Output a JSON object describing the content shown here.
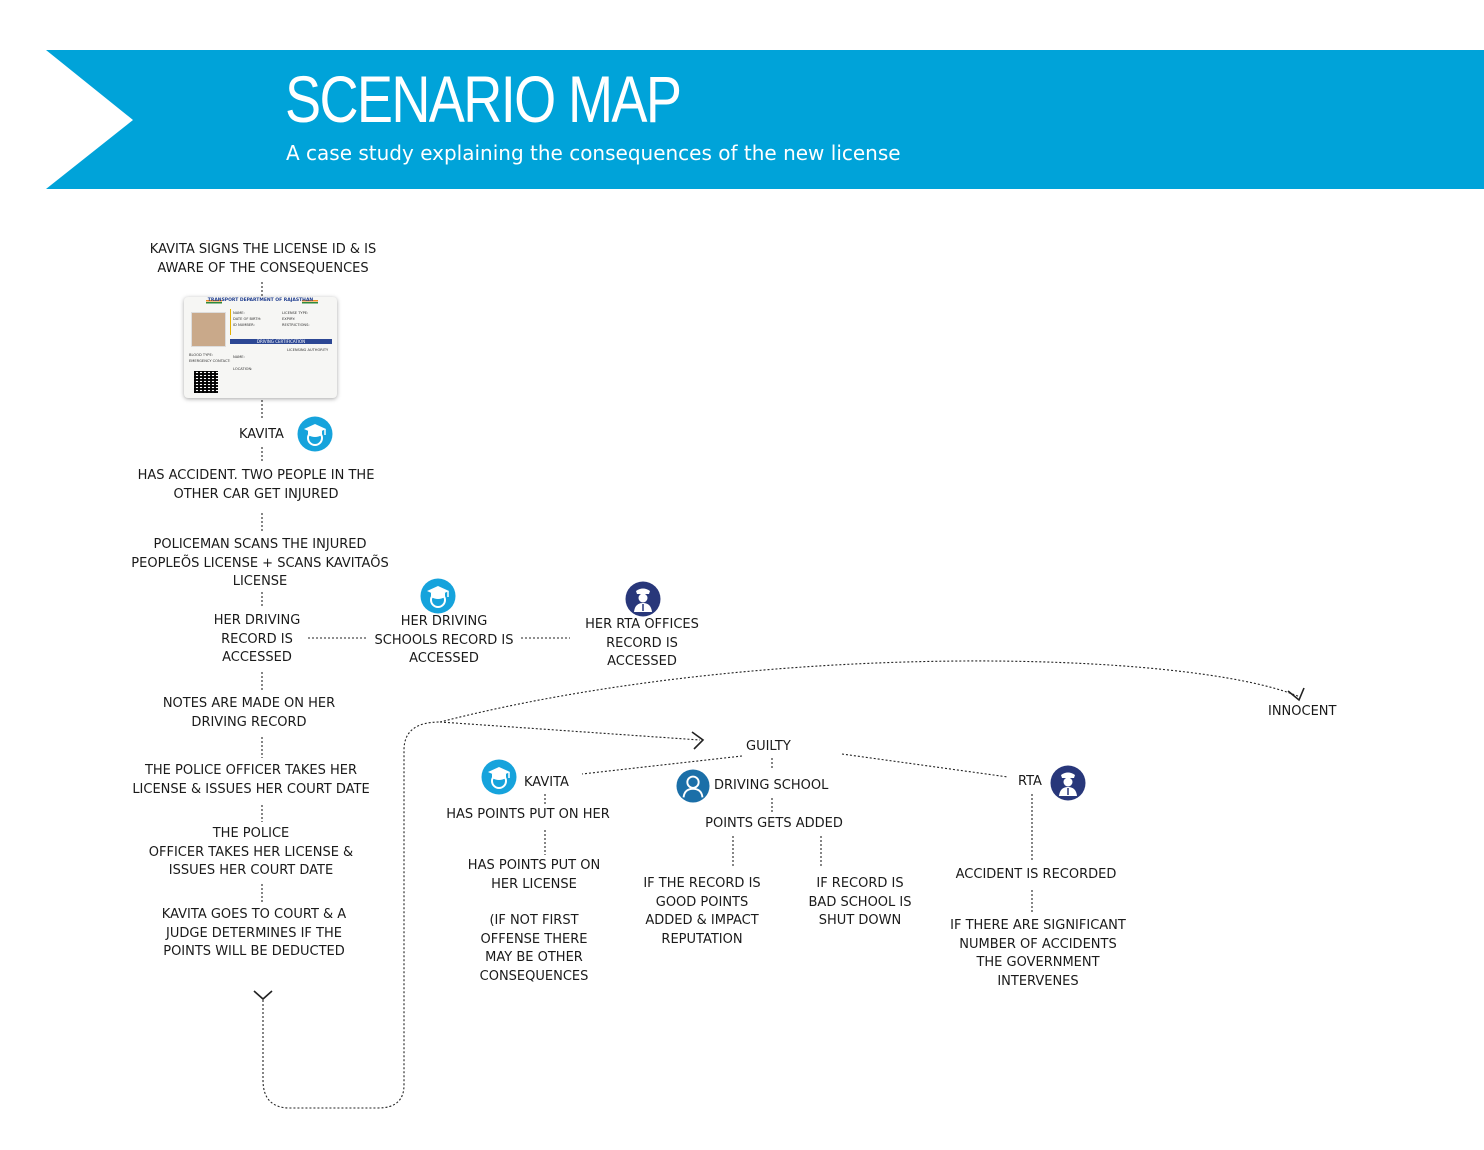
{
  "header": {
    "title": "SCENARIO MAP",
    "subtitle": "A case study explaining the consequences of the new license",
    "band_color": "#00a3d9"
  },
  "license_card": {
    "header": "TRANSPORT DEPARTMENT OF RAJASTHAN",
    "band": "DRIVING CERTIFICATION",
    "fields": [
      "NAME:",
      "DATE OF BIRTH:",
      "ID NUMBER:",
      "LICENSE TYPE:",
      "EXPIRY:",
      "RESTRICTIONS:",
      "BLOOD TYPE:",
      "EMERGENCY CONTACT:",
      "LICENSING AUTHORITY",
      "NAME:",
      "LOCATION:"
    ]
  },
  "flow": {
    "signs": "KAVITA SIGNS THE LICENSE ID & IS\nAWARE OF THE CONSEQUENCES",
    "kavita": "KAVITA",
    "accident": "HAS ACCIDENT. TWO PEOPLE IN THE\nOTHER CAR GET INJURED",
    "policeman_scans": "POLICEMAN SCANS THE INJURED\nPEOPLEÕS LICENSE + SCANS KAVITAÕS\nLICENSE",
    "driving_record": "HER DRIVING\nRECORD IS\nACCESSED",
    "school_record": "HER DRIVING\nSCHOOLS RECORD IS\nACCESSED",
    "rta_record": "HER RTA OFFICES\nRECORD IS\nACCESSED",
    "notes": "NOTES ARE MADE ON HER\nDRIVING RECORD",
    "officer_takes": "THE POLICE OFFICER TAKES HER\nLICENSE & ISSUES HER COURT DATE",
    "officer_takes_2": "THE POLICE\nOFFICER TAKES HER LICENSE &\nISSUES HER COURT DATE",
    "court": "KAVITA GOES TO COURT & A\nJUDGE DETERMINES IF THE\nPOINTS WILL BE DEDUCTED",
    "innocent": "INNOCENT",
    "guilty": "GUILTY",
    "kavita_branch": "KAVITA",
    "driving_school": "DRIVING SCHOOL",
    "rta": "RTA",
    "points_on_her": "HAS POINTS PUT ON HER",
    "points_on_license": "HAS POINTS PUT ON\nHER LICENSE",
    "not_first_offense": "(IF NOT FIRST\nOFFENSE THERE\nMAY BE OTHER\nCONSEQUENCES",
    "points_added": "POINTS GETS ADDED",
    "good_record": "IF THE RECORD IS\nGOOD POINTS\nADDED & IMPACT\nREPUTATION",
    "bad_school": "IF RECORD IS\nBAD SCHOOL IS\nSHUT DOWN",
    "accident_recorded": "ACCIDENT IS RECORDED",
    "government": "IF THERE ARE SIGNIFICANT\nNUMBER OF ACCIDENTS\nTHE GOVERNMENT\nINTERVENES"
  },
  "icons": {
    "student": "student-graduate-icon",
    "officer": "police-officer-icon",
    "person": "person-icon",
    "student_color": "#16a3dc",
    "officer_color": "#28377a",
    "person_color": "#1b6fa8"
  }
}
